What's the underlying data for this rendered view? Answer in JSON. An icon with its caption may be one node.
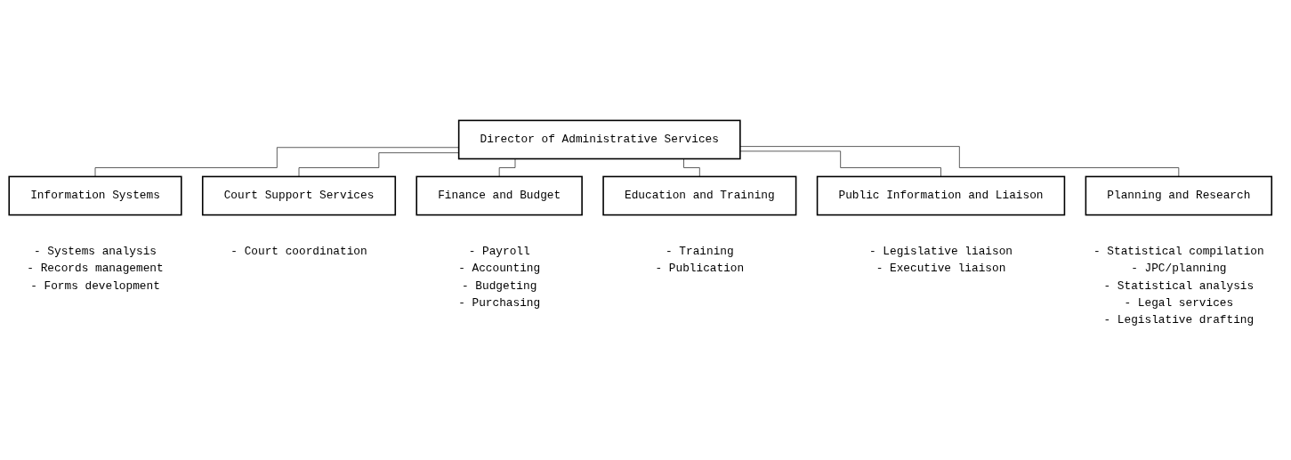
{
  "diagram": {
    "nodes": [
      {
        "text": [
          "Director of Administrative Services"
        ]
      },
      {
        "text": [
          "Information Systems"
        ],
        "beside": [
          "- Systems analysis",
          "- Records management",
          "- Forms development"
        ]
      },
      {
        "text": [
          "Court Support Services"
        ],
        "beside": [
          "- Court coordination"
        ]
      },
      {
        "text": [
          "Finance and Budget"
        ],
        "beside": [
          "- Payroll",
          "- Accounting",
          "- Budgeting",
          "- Purchasing"
        ]
      },
      {
        "text": [
          "Education and Training"
        ],
        "beside": [
          "- Training",
          "- Publication"
        ]
      },
      {
        "text": [
          "Public Information and Liaison"
        ],
        "beside": [
          "- Legislative liaison",
          "- Executive liaison"
        ]
      },
      {
        "text": [
          "Planning and Research"
        ],
        "beside": [
          "- Statistical compilation",
          "- JPC/planning",
          "- Statistical analysis",
          "- Legal services",
          "- Legislative drafting"
        ]
      }
    ],
    "edges": [
      {
        "from": 0,
        "to": 1,
        "arrow": "none"
      },
      {
        "from": 0,
        "to": 2,
        "arrow": "none"
      },
      {
        "from": 0,
        "to": 3,
        "arrow": "none"
      },
      {
        "from": 0,
        "to": 4,
        "arrow": "none"
      },
      {
        "from": 0,
        "to": 5,
        "arrow": "none"
      },
      {
        "from": 0,
        "to": 6,
        "arrow": "none"
      }
    ]
  }
}
